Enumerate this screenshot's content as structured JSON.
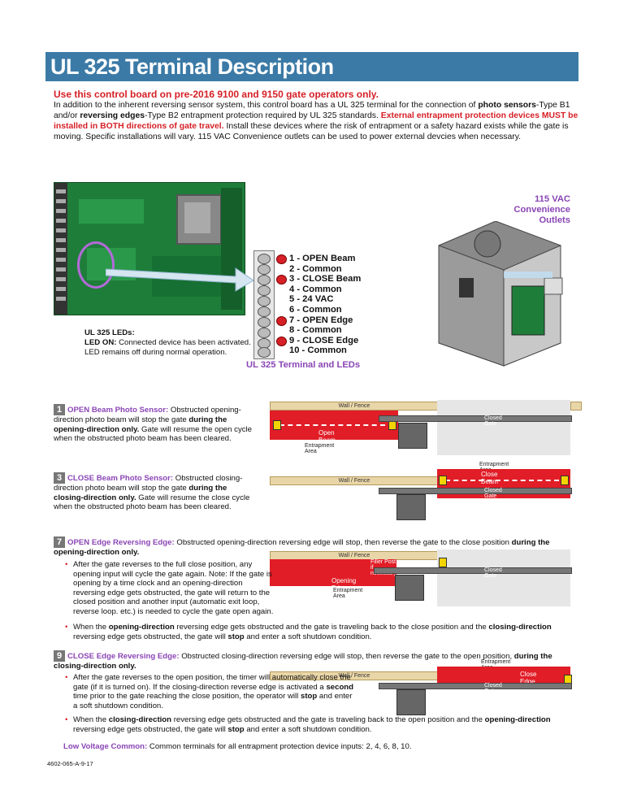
{
  "title": "UL 325 Terminal Description",
  "subtitle": "Use this control board on pre-2016 9100 and 9150 gate operators only.",
  "intro": {
    "p1": "In addition to the inherent reversing sensor system, this control board has a UL 325 terminal for the connection of ",
    "b1": "photo sensors",
    "p2": "-Type B1 and/or ",
    "b2": "reversing edges",
    "p3": "-Type B2 entrapment protection required by UL 325 standards. ",
    "warn": "External entrapment protection devices MUST be installed in BOTH directions of gate travel.",
    "p4": " Install these devices where the risk of entrapment or a safety hazard exists while the gate is moving. Specific installations will vary.  115 VAC Convenience outlets can be used to power external devcies when necessary."
  },
  "leds_note": {
    "heading": "UL 325 LEDs:",
    "on_label": "LED ON:",
    "on_text": " Connected device has been activated.",
    "off_text": "LED remains off during normal operation."
  },
  "terminals": [
    {
      "label": "1 - OPEN Beam",
      "led": true
    },
    {
      "label": "2 - Common",
      "led": false
    },
    {
      "label": "3 - CLOSE Beam",
      "led": true
    },
    {
      "label": "4 - Common",
      "led": false
    },
    {
      "label": "5 - 24 VAC",
      "led": false
    },
    {
      "label": "6 - Common",
      "led": false
    },
    {
      "label": "7 - OPEN Edge",
      "led": true
    },
    {
      "label": "8 - Common",
      "led": false
    },
    {
      "label": "9 - CLOSE Edge",
      "led": true
    },
    {
      "label": "10 - Common",
      "led": false
    }
  ],
  "terminal_caption": "UL 325 Terminal and LEDs",
  "outlets_caption": "115 VAC Convenience Outlets",
  "diagram_labels": {
    "wall": "Wall / Fence",
    "closed_gate": "Closed Gate",
    "open_beam": "Open Beam",
    "close_beam": "Close Beam",
    "entrapment": "Entrapment Area",
    "filler_post": "Filler Post if necessary",
    "opening_edges": "Opening Edges",
    "close_edge": "Close Edge"
  },
  "sec1": {
    "num": "1",
    "heading": "OPEN Beam Photo Sensor:",
    "t1": " Obstructed opening-direction photo beam will stop the gate ",
    "b1": "during the opening-direction only.",
    "t2": " Gate will resume the open cycle when the obstructed photo beam has been cleared."
  },
  "sec3": {
    "num": "3",
    "heading": "CLOSE Beam Photo Sensor:",
    "t1": " Obstructed closing-direction photo beam will stop the gate ",
    "b1": "during the closing-direction only.",
    "t2": " Gate will resume the close cycle when the obstructed photo beam has been cleared."
  },
  "sec7": {
    "num": "7",
    "heading": "OPEN Edge Reversing Edge:",
    "t1": " Obstructed opening-direction reversing edge will stop, then reverse the gate to the close position ",
    "b1": "during the opening-direction only.",
    "bul1": "After the gate reverses to the full close position, any opening input will cycle the gate again. Note: If the gate is opening by a time clock and an opening-direction reversing edge gets obstructed, the gate will return to the closed position and another input (automatic exit loop, reverse loop. etc.) is needed to cycle the gate open again.",
    "bul2a": "When the ",
    "bul2b": "opening-direction",
    "bul2c": " reversing edge gets obstructed and the gate is traveling back to the close position and the ",
    "bul2d": "closing-direction",
    "bul2e": " reversing edge gets obstructed, the gate will ",
    "bul2f": "stop",
    "bul2g": " and enter a soft shutdown condition."
  },
  "sec9": {
    "num": "9",
    "heading": "CLOSE Edge Reversing Edge:",
    "t1": " Obstructed closing-direction reversing edge will stop, then reverse the gate to the open position, ",
    "b1": "during the closing-direction only.",
    "bul1a": "After the gate reverses to the open position, the timer will automatically close the gate (if it is turned on). If the closing-direction reverse edge is activated a ",
    "bul1b": "second",
    "bul1c": " time prior to the gate reaching the close position, the operator will ",
    "bul1d": "stop",
    "bul1e": " and enter a soft shutdown condition.",
    "bul2a": "When the ",
    "bul2b": "closing-direction",
    "bul2c": " reversing edge gets obstructed and the gate is traveling back to the open position and the ",
    "bul2d": "opening-direction",
    "bul2e": " reversing edge gets obstructed, the gate will ",
    "bul2f": "stop",
    "bul2g": " and enter a soft shutdown condition."
  },
  "low_voltage": {
    "heading": "Low Voltage Common:",
    "text": " Common terminals for all entrapment protection device inputs: 2, 4, 6, 8, 10."
  },
  "footer": "4602-065-A-9-17",
  "colors": {
    "title_bg": "#3b7aa6",
    "accent_red": "#d62027",
    "accent_purple": "#8a45b5",
    "board_green": "#1f7d3a"
  }
}
